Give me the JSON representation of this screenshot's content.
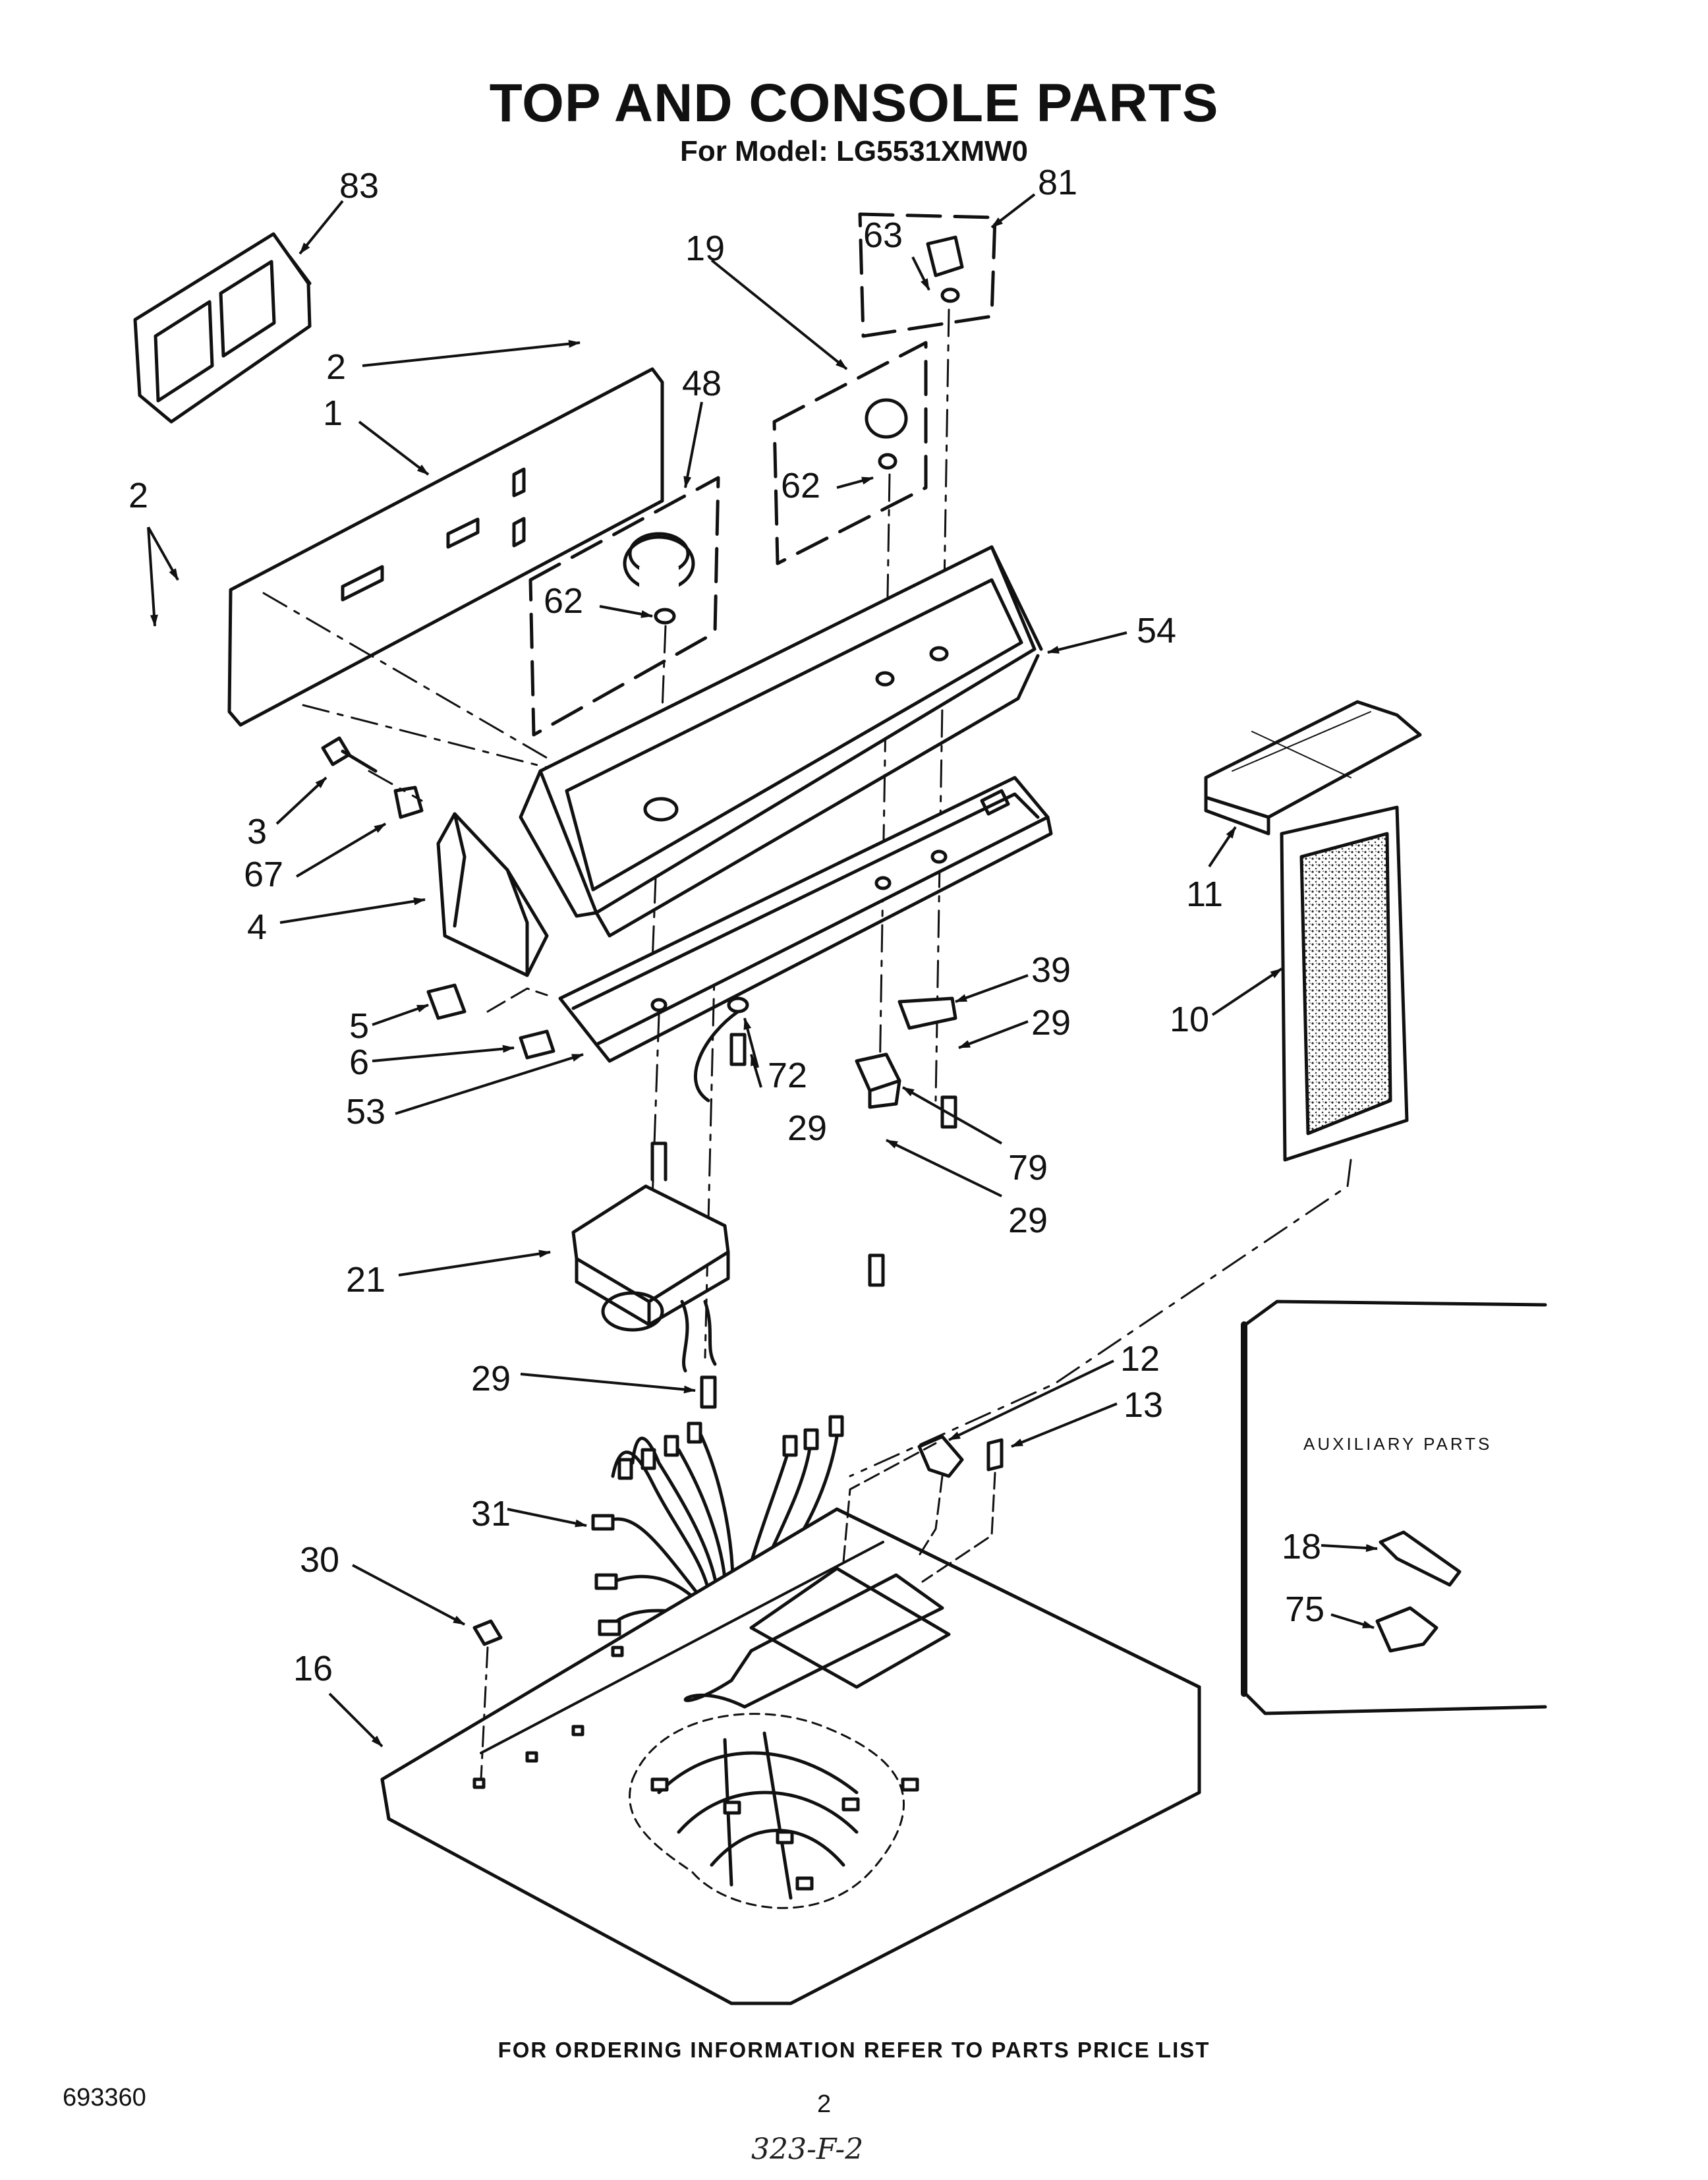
{
  "title": "TOP AND CONSOLE PARTS",
  "subtitle": "For Model: LG5531XMW0",
  "footer_note": "FOR ORDERING INFORMATION REFER TO PARTS PRICE LIST",
  "document_number": "693360",
  "page_number": "2",
  "handwritten_code": "323-F-2",
  "auxiliary_title": "AUXILIARY PARTS",
  "callouts": [
    {
      "id": "c83",
      "text": "83"
    },
    {
      "id": "c81",
      "text": "81"
    },
    {
      "id": "c63",
      "text": "63"
    },
    {
      "id": "c19",
      "text": "19"
    },
    {
      "id": "c2a",
      "text": "2"
    },
    {
      "id": "c48",
      "text": "48"
    },
    {
      "id": "c1",
      "text": "1"
    },
    {
      "id": "c62a",
      "text": "62"
    },
    {
      "id": "c2b",
      "text": "2"
    },
    {
      "id": "c62b",
      "text": "62"
    },
    {
      "id": "c54",
      "text": "54"
    },
    {
      "id": "c3",
      "text": "3"
    },
    {
      "id": "c67",
      "text": "67"
    },
    {
      "id": "c4",
      "text": "4"
    },
    {
      "id": "c11",
      "text": "11"
    },
    {
      "id": "c10",
      "text": "10"
    },
    {
      "id": "c39",
      "text": "39"
    },
    {
      "id": "c29a",
      "text": "29"
    },
    {
      "id": "c5",
      "text": "5"
    },
    {
      "id": "c6",
      "text": "6"
    },
    {
      "id": "c72",
      "text": "72"
    },
    {
      "id": "c53",
      "text": "53"
    },
    {
      "id": "c29b",
      "text": "29"
    },
    {
      "id": "c79",
      "text": "79"
    },
    {
      "id": "c29c",
      "text": "29"
    },
    {
      "id": "c21",
      "text": "21"
    },
    {
      "id": "c12",
      "text": "12"
    },
    {
      "id": "c13",
      "text": "13"
    },
    {
      "id": "c29d",
      "text": "29"
    },
    {
      "id": "c31",
      "text": "31"
    },
    {
      "id": "c18",
      "text": "18"
    },
    {
      "id": "c30",
      "text": "30"
    },
    {
      "id": "c75",
      "text": "75"
    },
    {
      "id": "c16",
      "text": "16"
    }
  ]
}
